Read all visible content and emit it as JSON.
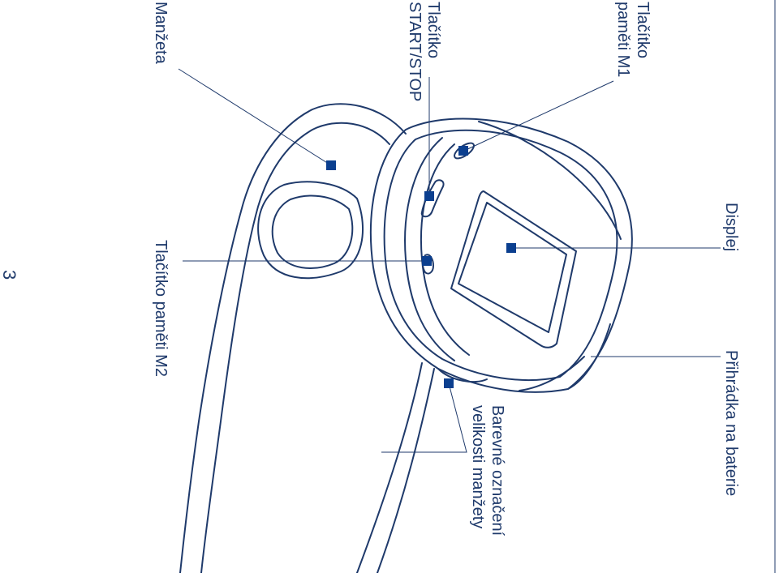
{
  "labels": {
    "m1_line1": "Tlačítko",
    "m1_line2": "paměti M1",
    "start_line1": "Tlačítko",
    "start_line2": "START/STOP",
    "cuff": "Manžeta",
    "display": "Displej",
    "m2": "Tlačítko paměti M2",
    "battery": "Přihrádka na baterie",
    "color_line1": "Barevné označení",
    "color_line2": "velikosti manžety"
  },
  "page_number": "3",
  "colors": {
    "line": "#1f3a6b",
    "marker": "#0b3f8f",
    "text": "#1f3a6b"
  }
}
